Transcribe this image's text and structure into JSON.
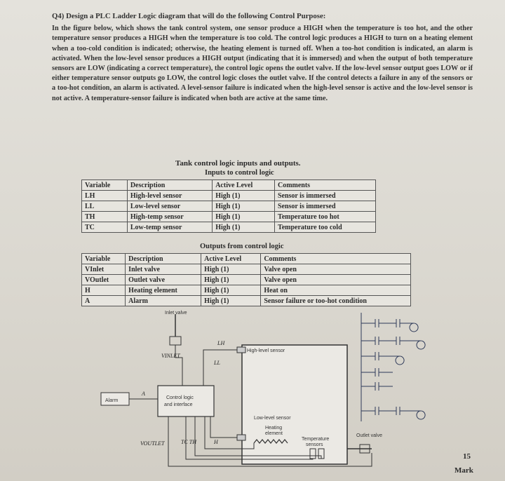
{
  "question": {
    "title": "Q4) Design a PLC Ladder Logic diagram that will do the following Control Purpose:",
    "paragraph": "In the figure below, which shows the tank control system, one sensor produce a HIGH when the temperature is too hot, and the other temperature sensor produces a HIGH when the temperature is too cold. The control logic produces a HIGH to turn on a heating element when a too-cold condition is indicated; otherwise, the heating element is turned off. When a too-hot condition is indicated, an alarm is activated. When the low-level sensor produces a HIGH output (indicating that it is immersed) and when the output of both temperature sensors are LOW (indicating a correct temperature), the control logic opens the outlet valve. If the low-level sensor output goes LOW or if either temperature sensor outputs go LOW, the control logic closes the outlet valve. If the control detects a failure in any of the sensors or a too-hot condition, an alarm is activated. A level-sensor failure is indicated when the high-level sensor is active and the low-level sensor is not active. A temperature-sensor failure is indicated when both are active at the same time."
  },
  "table_caption": "Tank control logic inputs and outputs.",
  "inputs": {
    "title": "Inputs to control logic",
    "headers": [
      "Variable",
      "Description",
      "Active Level",
      "Comments"
    ],
    "rows": [
      [
        "LH",
        "High-level sensor",
        "High (1)",
        "Sensor is immersed"
      ],
      [
        "LL",
        "Low-level sensor",
        "High (1)",
        "Sensor is immersed"
      ],
      [
        "TH",
        "High-temp sensor",
        "High (1)",
        "Temperature too hot"
      ],
      [
        "TC",
        "Low-temp sensor",
        "High (1)",
        "Temperature too cold"
      ]
    ]
  },
  "outputs": {
    "title": "Outputs from control logic",
    "headers": [
      "Variable",
      "Description",
      "Active Level",
      "Comments"
    ],
    "rows": [
      [
        "VInlet",
        "Inlet valve",
        "High (1)",
        "Valve open"
      ],
      [
        "VOutlet",
        "Outlet valve",
        "High (1)",
        "Valve open"
      ],
      [
        "H",
        "Heating element",
        "High (1)",
        "Heat on"
      ],
      [
        "A",
        "Alarm",
        "High (1)",
        "Sensor failure or too-hot condition"
      ]
    ]
  },
  "diagram": {
    "inlet_valve": "Inlet valve",
    "alarm": "Alarm",
    "a_label": "A",
    "control_logic_1": "Control logic",
    "control_logic_2": "and interface",
    "v_inlet": "VINLET",
    "v_outlet": "VOUTLET",
    "lh": "LH",
    "ll": "LL",
    "tc_th": "TC  TH",
    "h": "H",
    "high_level_sensor": "High-level sensor",
    "low_level_sensor": "Low-level sensor",
    "heating_element_1": "Heating",
    "heating_element_2": "element",
    "temperature_sensors_1": "Temperature",
    "temperature_sensors_2": "sensors",
    "outlet_valve": "Outlet valve"
  },
  "marks": {
    "number": "15",
    "label": "Mark"
  },
  "colors": {
    "ink": "#2a2a2a",
    "pen": "#2e3a59",
    "paper": "#e4e2dc"
  }
}
